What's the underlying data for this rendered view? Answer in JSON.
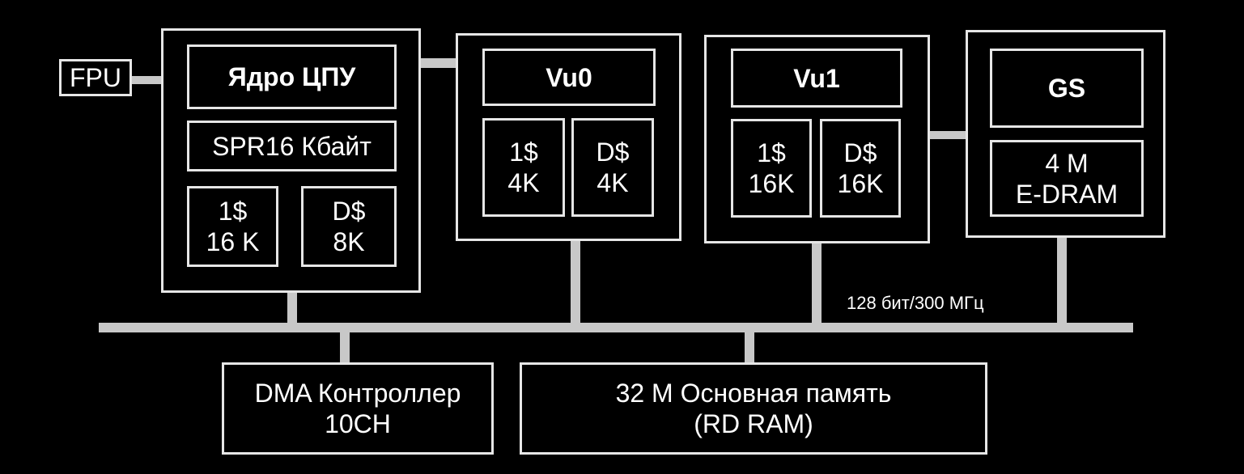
{
  "fpu": "FPU",
  "cpu": {
    "core": "Ядро ЦПУ",
    "spr": "SPR16 Кбайт",
    "icache": "1$\n16 K",
    "dcache": "D$\n8K"
  },
  "vu0": {
    "title": "Vu0",
    "icache": "1$\n4K",
    "dcache": "D$\n4K"
  },
  "vu1": {
    "title": "Vu1",
    "icache": "1$\n16K",
    "dcache": "D$\n16K"
  },
  "gs": {
    "title": "GS",
    "edram": "4 M\nE-DRAM"
  },
  "bus_label": "128 бит/300 МГц",
  "dma": "DMA Контроллер\n10CH",
  "ram": "32 M Основная память\n(RD RAM)",
  "colors": {
    "background": "#000000",
    "border": "#e6e6e6",
    "bus": "#c8c8c8",
    "text": "#ffffff"
  }
}
